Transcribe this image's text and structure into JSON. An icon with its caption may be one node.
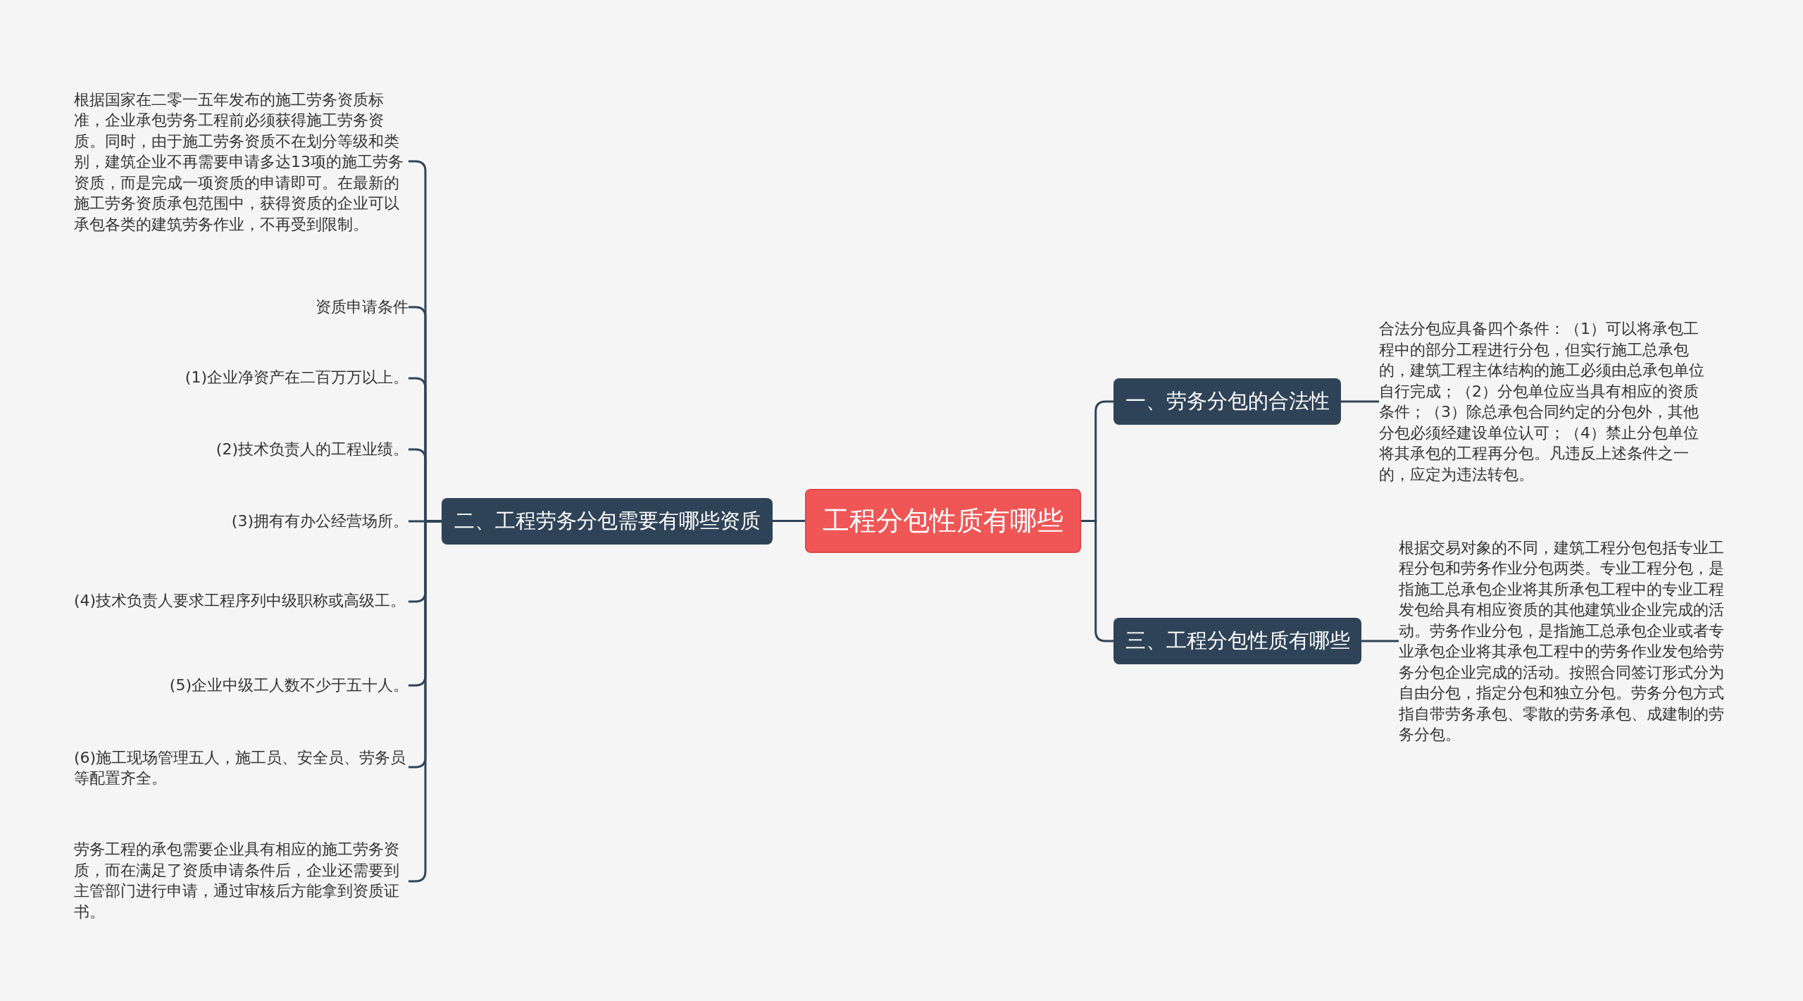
{
  "diagram": {
    "nodes": [
      {
        "text": [
          "工程分包性质有哪些"
        ]
      },
      {
        "text": [
          "一、劳务分包的合法性"
        ]
      },
      {
        "text": [
          "合法分包应具备四个条件：（1）可以将承包工程中的部分工程进行分包，但实行施工总承包的，建筑工程主体结构的施工必须由总承包单位自行完成；（2）分包单位应当具有相应的资质条件；（3）除总承包合同约定的分包外，其他分包必须经建设单位认可；（4）禁止分包单位将其承包的工程再分包。凡违反上述条件之一的，应定为违法转包。"
        ]
      },
      {
        "text": [
          "三、工程分包性质有哪些"
        ]
      },
      {
        "text": [
          "根据交易对象的不同，建筑工程分包包括专业工程分包和劳务作业分包两类。专业工程分包，是指施工总承包企业将其所承包工程中的专业工程发包给具有相应资质的其他建筑业企业完成的活动。劳务作业分包，是指施工总承包企业或者专业承包企业将其承包工程中的劳务作业发包给劳务分包企业完成的活动。按照合同签订形式分为自由分包，指定分包和独立分包。劳务分包方式指自带劳务承包、零散的劳务承包、成建制的劳务分包。"
        ]
      },
      {
        "text": [
          "二、工程劳务分包需要有哪些资质"
        ]
      },
      {
        "text": [
          "根据国家在二零一五年发布的施工劳务资质标准，企业承包劳务工程前必须获得施工劳务资质。同时，由于施工劳务资质不在划分等级和类别，建筑企业不再需要申请多达13项的施工劳务资质，而是完成一项资质的申请即可。在最新的施工劳务资质承包范围中，获得资质的企业可以承包各类的建筑劳务作业，不再受到限制。"
        ]
      },
      {
        "text": [
          "资质申请条件"
        ]
      },
      {
        "text": [
          "(1)企业净资产在二百万万以上。"
        ]
      },
      {
        "text": [
          "(2)技术负责人的工程业绩。"
        ]
      },
      {
        "text": [
          "(3)拥有有办公经营场所。"
        ]
      },
      {
        "text": [
          "(4)技术负责人要求工程序列中级职称或高级工。"
        ]
      },
      {
        "text": [
          "(5)企业中级工人数不少于五十人。"
        ]
      },
      {
        "text": [
          "(6)施工现场管理五人，施工员、安全员、劳务员等配置齐全。"
        ]
      },
      {
        "text": [
          "劳务工程的承包需要企业具有相应的施工劳务资质，而在满足了资质申请条件后，企业还需要到主管部门进行申请，通过审核后方能拿到资质证书。"
        ]
      }
    ],
    "edges": [
      {
        "from": 0,
        "to": 1,
        "arrow": "none"
      },
      {
        "from": 1,
        "to": 2,
        "arrow": "none"
      },
      {
        "from": 0,
        "to": 3,
        "arrow": "none"
      },
      {
        "from": 3,
        "to": 4,
        "arrow": "none"
      },
      {
        "from": 0,
        "to": 5,
        "arrow": "none"
      },
      {
        "from": 5,
        "to": 6,
        "arrow": "none"
      },
      {
        "from": 5,
        "to": 7,
        "arrow": "none"
      },
      {
        "from": 5,
        "to": 8,
        "arrow": "none"
      },
      {
        "from": 5,
        "to": 9,
        "arrow": "none"
      },
      {
        "from": 5,
        "to": 10,
        "arrow": "none"
      },
      {
        "from": 5,
        "to": 11,
        "arrow": "none"
      },
      {
        "from": 5,
        "to": 12,
        "arrow": "none"
      },
      {
        "from": 5,
        "to": 13,
        "arrow": "none"
      },
      {
        "from": 5,
        "to": 14,
        "arrow": "none"
      }
    ]
  }
}
